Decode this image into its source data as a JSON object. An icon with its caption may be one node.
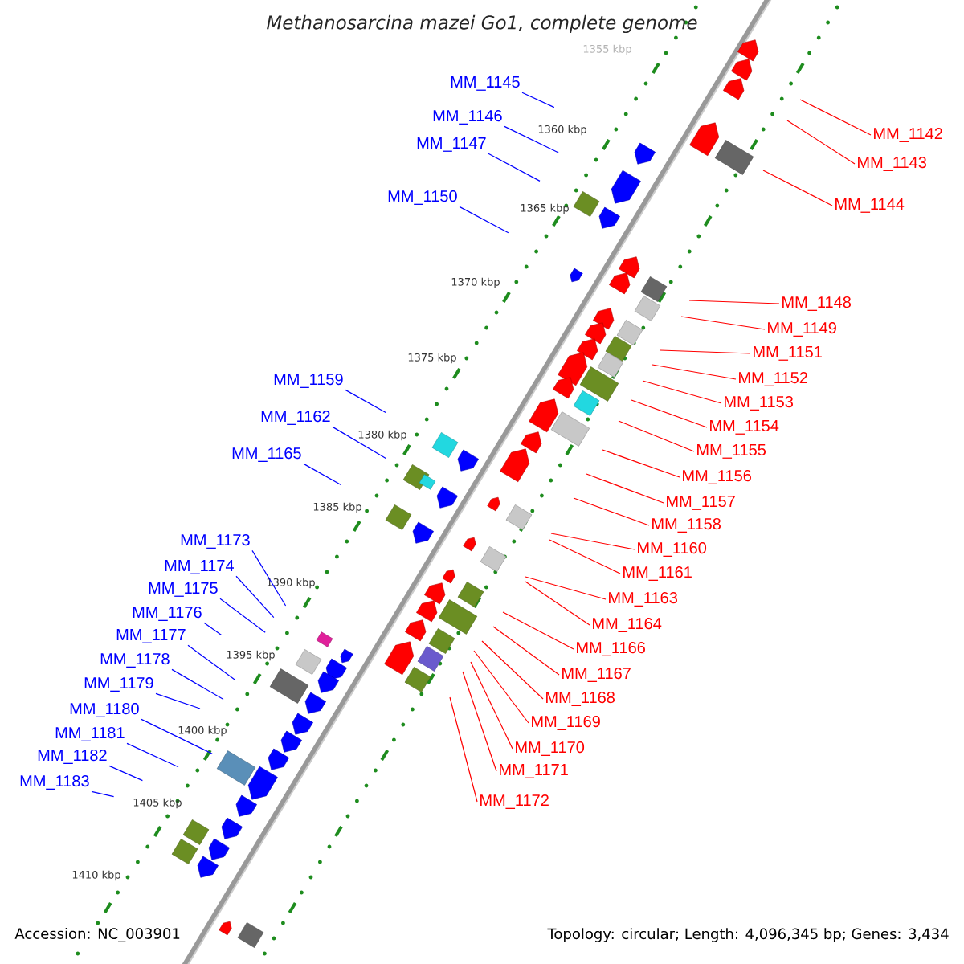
{
  "diagram": {
    "title": "Methanosarcina mazei Go1, complete genome",
    "nodes": [
      {
        "text": [
          "MM_1145"
        ]
      },
      {
        "text": [
          "MM_1146"
        ]
      },
      {
        "text": [
          "MM_1147"
        ]
      },
      {
        "text": [
          "MM_1150"
        ]
      },
      {
        "text": [
          "MM_1142"
        ]
      },
      {
        "text": [
          "MM_1143"
        ]
      },
      {
        "text": [
          "MM_1144"
        ]
      },
      {
        "text": [
          "MM_1148"
        ]
      },
      {
        "text": [
          "MM_1149"
        ]
      },
      {
        "text": [
          "MM_1151"
        ]
      },
      {
        "text": [
          "MM_1152"
        ]
      },
      {
        "text": [
          "MM_1153"
        ]
      },
      {
        "text": [
          "MM_1154"
        ]
      },
      {
        "text": [
          "MM_1155"
        ]
      },
      {
        "text": [
          "MM_1156"
        ]
      },
      {
        "text": [
          "MM_1157"
        ]
      },
      {
        "text": [
          "MM_1158"
        ]
      },
      {
        "text": [
          "MM_1159"
        ]
      },
      {
        "text": [
          "MM_1160"
        ]
      },
      {
        "text": [
          "MM_1161"
        ]
      },
      {
        "text": [
          "MM_1162"
        ]
      },
      {
        "text": [
          "MM_1163"
        ]
      },
      {
        "text": [
          "MM_1164"
        ]
      },
      {
        "text": [
          "MM_1165"
        ]
      },
      {
        "text": [
          "MM_1166"
        ]
      },
      {
        "text": [
          "MM_1167"
        ]
      },
      {
        "text": [
          "MM_1168"
        ]
      },
      {
        "text": [
          "MM_1169"
        ]
      },
      {
        "text": [
          "MM_1170"
        ]
      },
      {
        "text": [
          "MM_1171"
        ]
      },
      {
        "text": [
          "MM_1172"
        ]
      },
      {
        "text": [
          "MM_1173"
        ]
      },
      {
        "text": [
          "MM_1174"
        ]
      },
      {
        "text": [
          "MM_1175"
        ]
      },
      {
        "text": [
          "MM_1176"
        ]
      },
      {
        "text": [
          "MM_1177"
        ]
      },
      {
        "text": [
          "MM_1178"
        ]
      },
      {
        "text": [
          "MM_1179"
        ]
      },
      {
        "text": [
          "MM_1180"
        ]
      },
      {
        "text": [
          "MM_1181"
        ]
      },
      {
        "text": [
          "MM_1182"
        ]
      },
      {
        "text": [
          "MM_1183"
        ]
      }
    ],
    "edges": [
      {
        "from": 0,
        "to": null,
        "arrow": "none",
        "color": "#0000ff"
      },
      {
        "from": 1,
        "to": null,
        "arrow": "none",
        "color": "#0000ff"
      },
      {
        "from": 2,
        "to": null,
        "arrow": "none",
        "color": "#0000ff"
      },
      {
        "from": 3,
        "to": null,
        "arrow": "none",
        "color": "#0000ff"
      },
      {
        "from": 4,
        "to": null,
        "arrow": "none"
      },
      {
        "from": 5,
        "to": null,
        "arrow": "none"
      },
      {
        "from": 6,
        "to": null,
        "arrow": "none"
      },
      {
        "from": 7,
        "to": null,
        "arrow": "none"
      },
      {
        "from": 8,
        "to": null,
        "arrow": "none"
      },
      {
        "from": 9,
        "to": null,
        "arrow": "none"
      },
      {
        "from": 10,
        "to": null,
        "arrow": "none"
      },
      {
        "from": 11,
        "to": null,
        "arrow": "none"
      },
      {
        "from": 12,
        "to": null,
        "arrow": "none"
      },
      {
        "from": 13,
        "to": null,
        "arrow": "none"
      },
      {
        "from": 14,
        "to": null,
        "arrow": "none"
      },
      {
        "from": 15,
        "to": null,
        "arrow": "none"
      },
      {
        "from": 16,
        "to": null,
        "arrow": "none"
      },
      {
        "from": 17,
        "to": null,
        "arrow": "none",
        "color": "#0000ff"
      },
      {
        "from": 18,
        "to": null,
        "arrow": "none"
      },
      {
        "from": 19,
        "to": null,
        "arrow": "none"
      },
      {
        "from": 20,
        "to": null,
        "arrow": "none",
        "color": "#0000ff"
      },
      {
        "from": 21,
        "to": null,
        "arrow": "none"
      },
      {
        "from": 22,
        "to": null,
        "arrow": "none"
      },
      {
        "from": 23,
        "to": null,
        "arrow": "none",
        "color": "#0000ff"
      },
      {
        "from": 24,
        "to": null,
        "arrow": "none"
      },
      {
        "from": 25,
        "to": null,
        "arrow": "none"
      },
      {
        "from": 26,
        "to": null,
        "arrow": "none"
      },
      {
        "from": 27,
        "to": null,
        "arrow": "none"
      },
      {
        "from": 28,
        "to": null,
        "arrow": "none"
      },
      {
        "from": 29,
        "to": null,
        "arrow": "none"
      },
      {
        "from": 30,
        "to": null,
        "arrow": "none"
      },
      {
        "from": 31,
        "to": null,
        "arrow": "none",
        "color": "#0000ff"
      },
      {
        "from": 32,
        "to": null,
        "arrow": "none",
        "color": "#0000ff"
      },
      {
        "from": 33,
        "to": null,
        "arrow": "none",
        "color": "#0000ff"
      },
      {
        "from": 34,
        "to": null,
        "arrow": "none",
        "color": "#0000ff"
      },
      {
        "from": 35,
        "to": null,
        "arrow": "none",
        "color": "#0000ff"
      },
      {
        "from": 36,
        "to": null,
        "arrow": "none",
        "color": "#0000ff"
      },
      {
        "from": 37,
        "to": null,
        "arrow": "none",
        "color": "#0000ff"
      },
      {
        "from": 38,
        "to": null,
        "arrow": "none",
        "color": "#0000ff"
      },
      {
        "from": 39,
        "to": null,
        "arrow": "none",
        "color": "#0000ff"
      },
      {
        "from": 40,
        "to": null,
        "arrow": "none",
        "color": "#0000ff"
      },
      {
        "from": 41,
        "to": null,
        "arrow": "none",
        "color": "#0000ff"
      }
    ],
    "labels": [
      "1355 kbp",
      "1360 kbp",
      "1365 kbp",
      "1370 kbp",
      "1375 kbp",
      "1380 kbp",
      "1385 kbp",
      "1390 kbp",
      "1395 kbp",
      "1400 kbp",
      "1405 kbp",
      "1410 kbp",
      "Accession: NC_003901",
      "Topology: circular; Length: 4,096,345 bp; Genes: 3,434"
    ]
  }
}
